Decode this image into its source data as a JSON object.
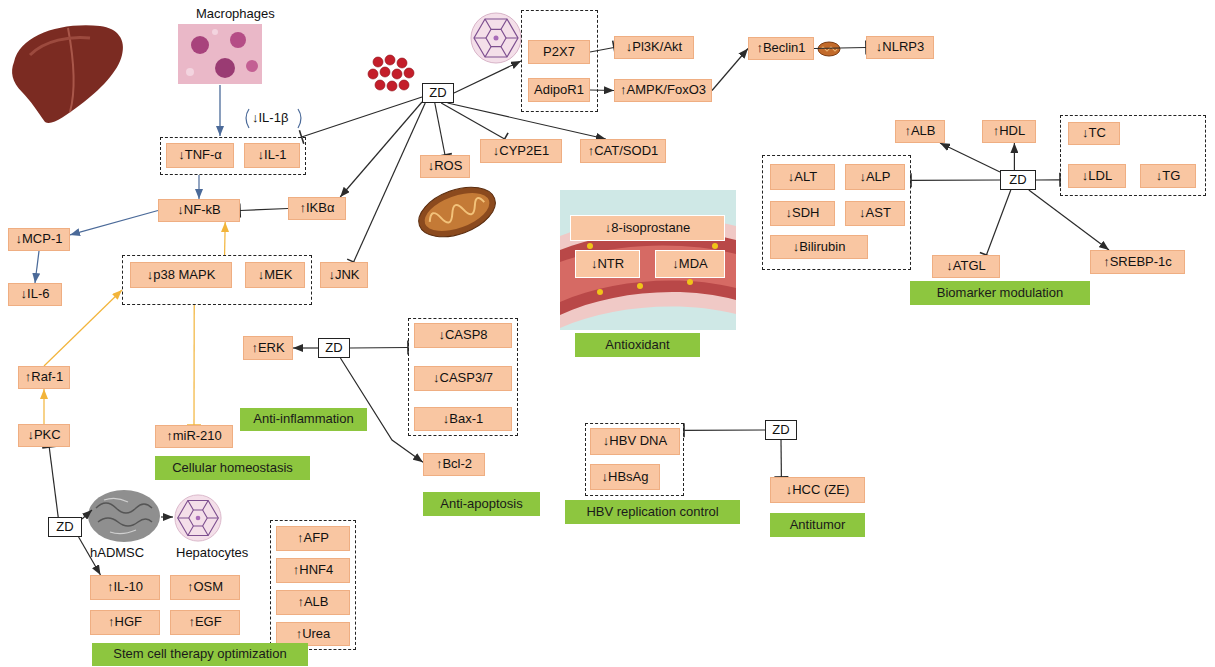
{
  "diagram": {
    "nodes": [
      {
        "text": [
          "ZD"
        ]
      },
      {
        "text": []
      },
      {
        "text": [
          "P2X7"
        ],
        "in": 1
      },
      {
        "text": [
          "AdipoR1"
        ],
        "in": 1
      },
      {
        "text": [
          "↓Pl3K/Akt"
        ]
      },
      {
        "text": [
          "↑AMPK/FoxO3"
        ]
      },
      {
        "text": [
          "↑Beclin1"
        ]
      },
      {
        "text": [
          "↓NLRP3"
        ]
      },
      {
        "text": []
      },
      {
        "text": [
          "↓TNF-α"
        ],
        "in": 8
      },
      {
        "text": [
          "↓IL-1"
        ],
        "in": 8
      },
      {
        "text": [
          "↓CYP2E1"
        ]
      },
      {
        "text": [
          "↑CAT/SOD1"
        ]
      },
      {
        "text": [
          "↓ROS"
        ]
      },
      {
        "text": [
          "↓NF-kB"
        ]
      },
      {
        "text": [
          "↑IKBα"
        ]
      },
      {
        "text": [
          "↓MCP-1"
        ]
      },
      {
        "text": [
          "↓IL-6"
        ]
      },
      {
        "text": []
      },
      {
        "text": [
          "↓p38 MAPK"
        ],
        "in": 18
      },
      {
        "text": [
          "↓MEK"
        ],
        "in": 18
      },
      {
        "text": [
          "↓JNK"
        ]
      },
      {
        "text": [
          "↑ERK"
        ]
      },
      {
        "text": [
          "ZD"
        ]
      },
      {
        "text": []
      },
      {
        "text": [
          "↓CASP8"
        ],
        "in": 24
      },
      {
        "text": [
          "↓CASP3/7"
        ],
        "in": 24
      },
      {
        "text": [
          "↓Bax-1"
        ],
        "in": 24
      },
      {
        "text": [
          "↑Bcl-2"
        ]
      },
      {
        "text": [
          "↑Raf-1"
        ]
      },
      {
        "text": [
          "↓PKC"
        ]
      },
      {
        "text": [
          "↑miR-210"
        ]
      },
      {
        "text": [
          "ZD"
        ]
      },
      {
        "text": [
          "↑IL-10"
        ]
      },
      {
        "text": [
          "↑OSM"
        ]
      },
      {
        "text": [
          "↑HGF"
        ]
      },
      {
        "text": [
          "↑EGF"
        ]
      },
      {
        "text": []
      },
      {
        "text": [
          "↑AFP"
        ],
        "in": 37
      },
      {
        "text": [
          "↑HNF4"
        ],
        "in": 37
      },
      {
        "text": [
          "↑ALB"
        ],
        "in": 37
      },
      {
        "text": [
          "↑Urea"
        ],
        "in": 37
      },
      {
        "text": [
          "↓8-isoprostane"
        ]
      },
      {
        "text": [
          "↓NTR"
        ]
      },
      {
        "text": [
          "↓MDA"
        ]
      },
      {
        "text": []
      },
      {
        "text": [
          "↓HBV DNA"
        ],
        "in": 45
      },
      {
        "text": [
          "↓HBsAg"
        ],
        "in": 45
      },
      {
        "text": [
          "ZD"
        ]
      },
      {
        "text": [
          "↓HCC (ZE)"
        ]
      },
      {
        "text": [
          "ZD"
        ]
      },
      {
        "text": []
      },
      {
        "text": [
          "↓ALT"
        ],
        "in": 51
      },
      {
        "text": [
          "↓ALP"
        ],
        "in": 51
      },
      {
        "text": [
          "↓SDH"
        ],
        "in": 51
      },
      {
        "text": [
          "↓AST"
        ],
        "in": 51
      },
      {
        "text": [
          "↓Bilirubin"
        ],
        "in": 51
      },
      {
        "text": [
          "↑ALB"
        ]
      },
      {
        "text": [
          "↑HDL"
        ]
      },
      {
        "text": []
      },
      {
        "text": [
          "↓TC"
        ],
        "in": 59
      },
      {
        "text": [
          "↓LDL"
        ],
        "in": 59
      },
      {
        "text": [
          "↓TG"
        ],
        "in": 59
      },
      {
        "text": [
          "↓ATGL"
        ]
      },
      {
        "text": [
          "↑SREBP-1c"
        ]
      },
      {
        "text": [
          "Anti-inflammation"
        ]
      },
      {
        "text": [
          "Cellular homeostasis"
        ]
      },
      {
        "text": [
          "Stem cell therapy optimization"
        ]
      },
      {
        "text": [
          "Anti-apoptosis"
        ]
      },
      {
        "text": [
          "Antioxidant"
        ]
      },
      {
        "text": [
          "HBV replication control"
        ]
      },
      {
        "text": [
          "Antitumor"
        ]
      },
      {
        "text": [
          "Biomarker modulation"
        ]
      }
    ],
    "edges": [
      {
        "from": 0,
        "to": 1,
        "arrow": "to"
      },
      {
        "from": 0,
        "to": 12,
        "arrow": "to"
      },
      {
        "from": 0,
        "to": 11,
        "arrow": "to"
      },
      {
        "from": 0,
        "to": 13,
        "arrow": "to"
      },
      {
        "from": 0,
        "to": 8,
        "arrow": "to"
      },
      {
        "from": 0,
        "to": 15,
        "arrow": "to"
      },
      {
        "from": 0,
        "to": 21,
        "arrow": "to"
      },
      {
        "from": 2,
        "to": 4,
        "arrow": "to"
      },
      {
        "from": 3,
        "to": 5,
        "arrow": "to"
      },
      {
        "from": 5,
        "to": 6,
        "arrow": "to"
      },
      {
        "from": 6,
        "to": 7,
        "arrow": "to"
      },
      {
        "from": 8,
        "to": 14,
        "arrow": "to"
      },
      {
        "from": 15,
        "to": 14,
        "arrow": "to"
      },
      {
        "from": 14,
        "to": 16,
        "arrow": "to"
      },
      {
        "from": 16,
        "to": 17,
        "arrow": "to"
      },
      {
        "from": 18,
        "to": 14,
        "arrow": "to"
      },
      {
        "from": 18,
        "to": 31,
        "arrow": "to"
      },
      {
        "from": 29,
        "to": 18,
        "arrow": "to"
      },
      {
        "from": 30,
        "to": 29,
        "arrow": "to"
      },
      {
        "from": 32,
        "to": 30,
        "arrow": "to"
      },
      {
        "from": 32,
        "to": 33,
        "arrow": "to"
      },
      {
        "from": 23,
        "to": 22,
        "arrow": "to"
      },
      {
        "from": 23,
        "to": 24,
        "arrow": "to"
      },
      {
        "from": 23,
        "to": 28,
        "arrow": "to"
      },
      {
        "from": 48,
        "to": 45,
        "arrow": "to"
      },
      {
        "from": 48,
        "to": 49,
        "arrow": "to"
      },
      {
        "from": 50,
        "to": 51,
        "arrow": "to"
      },
      {
        "from": 50,
        "to": 57,
        "arrow": "to"
      },
      {
        "from": 50,
        "to": 58,
        "arrow": "to"
      },
      {
        "from": 50,
        "to": 59,
        "arrow": "to"
      },
      {
        "from": 50,
        "to": 63,
        "arrow": "to"
      },
      {
        "from": 50,
        "to": 64,
        "arrow": "to"
      }
    ],
    "labels": [
      "Macrophages",
      "↓IL-1β",
      "hADMSC",
      "Hepatocytes"
    ]
  }
}
